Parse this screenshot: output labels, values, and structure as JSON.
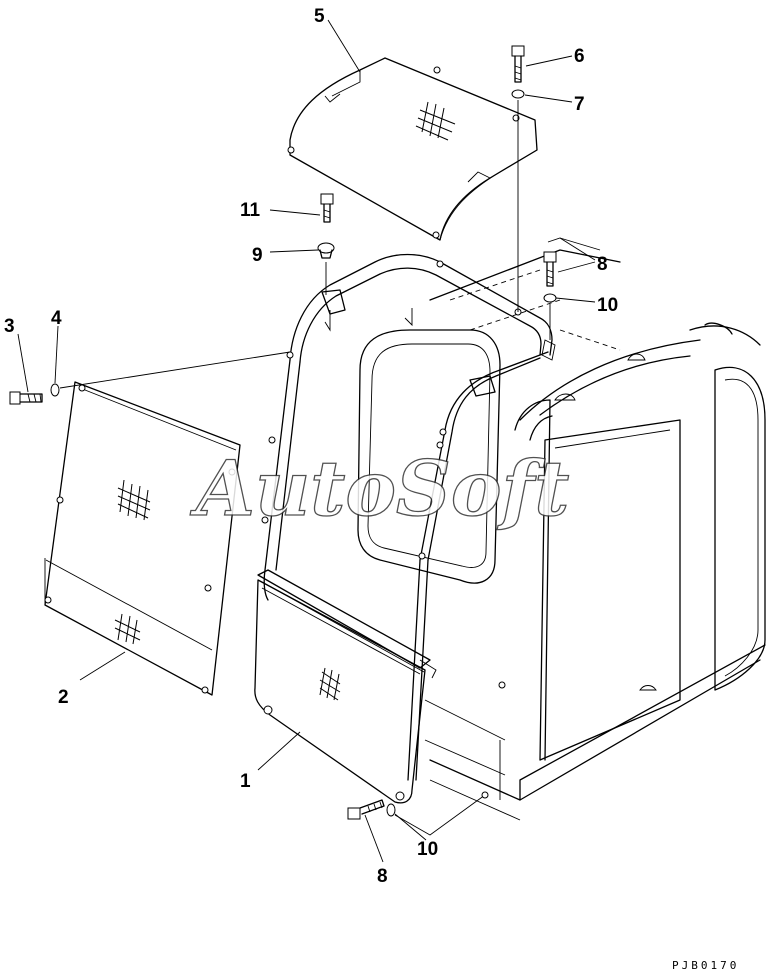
{
  "watermark": "AutoSoft",
  "drawing_code": "PJB0170",
  "callouts": {
    "c1": "1",
    "c2": "2",
    "c3": "3",
    "c4": "4",
    "c5": "5",
    "c6": "6",
    "c7": "7",
    "c8a": "8",
    "c8b": "8",
    "c9": "9",
    "c10a": "10",
    "c10b": "10",
    "c11": "11"
  }
}
